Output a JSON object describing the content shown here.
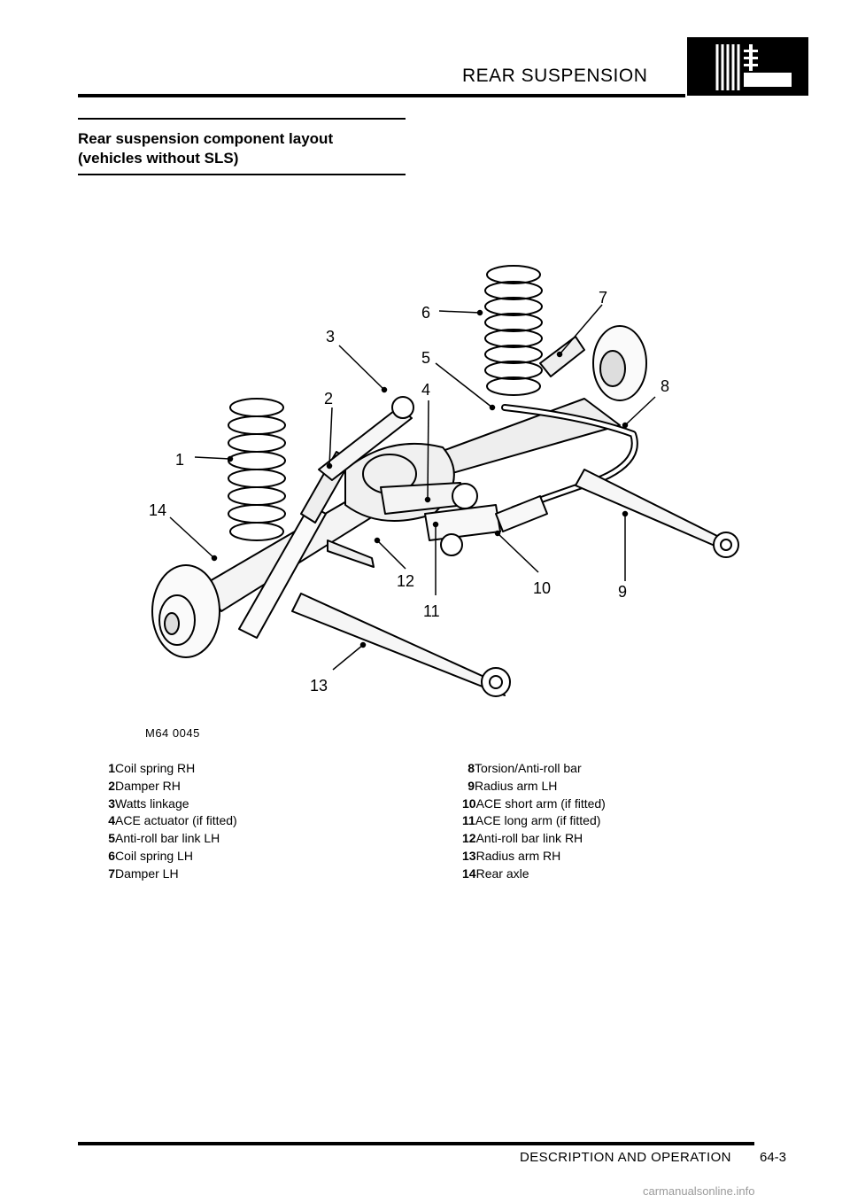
{
  "header": {
    "title": "REAR SUSPENSION"
  },
  "section": {
    "title_line1": "Rear suspension component layout",
    "title_line2": "(vehicles without SLS)"
  },
  "figure": {
    "code": "M64 0045",
    "callouts": [
      "1",
      "2",
      "3",
      "4",
      "5",
      "6",
      "7",
      "8",
      "9",
      "10",
      "11",
      "12",
      "13",
      "14"
    ]
  },
  "legend": {
    "left": [
      {
        "num": "1",
        "text": "Coil spring RH"
      },
      {
        "num": "2",
        "text": "Damper RH"
      },
      {
        "num": "3",
        "text": "Watts linkage"
      },
      {
        "num": "4",
        "text": "ACE actuator (if fitted)"
      },
      {
        "num": "5",
        "text": "Anti-roll bar link LH"
      },
      {
        "num": "6",
        "text": "Coil spring LH"
      },
      {
        "num": "7",
        "text": "Damper LH"
      }
    ],
    "right": [
      {
        "num": "8",
        "text": "Torsion/Anti-roll bar"
      },
      {
        "num": "9",
        "text": "Radius arm LH"
      },
      {
        "num": "10",
        "text": "ACE short arm (if fitted)"
      },
      {
        "num": "11",
        "text": "ACE long arm (if fitted)"
      },
      {
        "num": "12",
        "text": "Anti-roll bar link RH"
      },
      {
        "num": "13",
        "text": "Radius arm RH"
      },
      {
        "num": "14",
        "text": "Rear axle"
      }
    ]
  },
  "footer": {
    "section": "DESCRIPTION AND OPERATION",
    "page": "64-3"
  },
  "watermark": "carmanualsonline.info"
}
